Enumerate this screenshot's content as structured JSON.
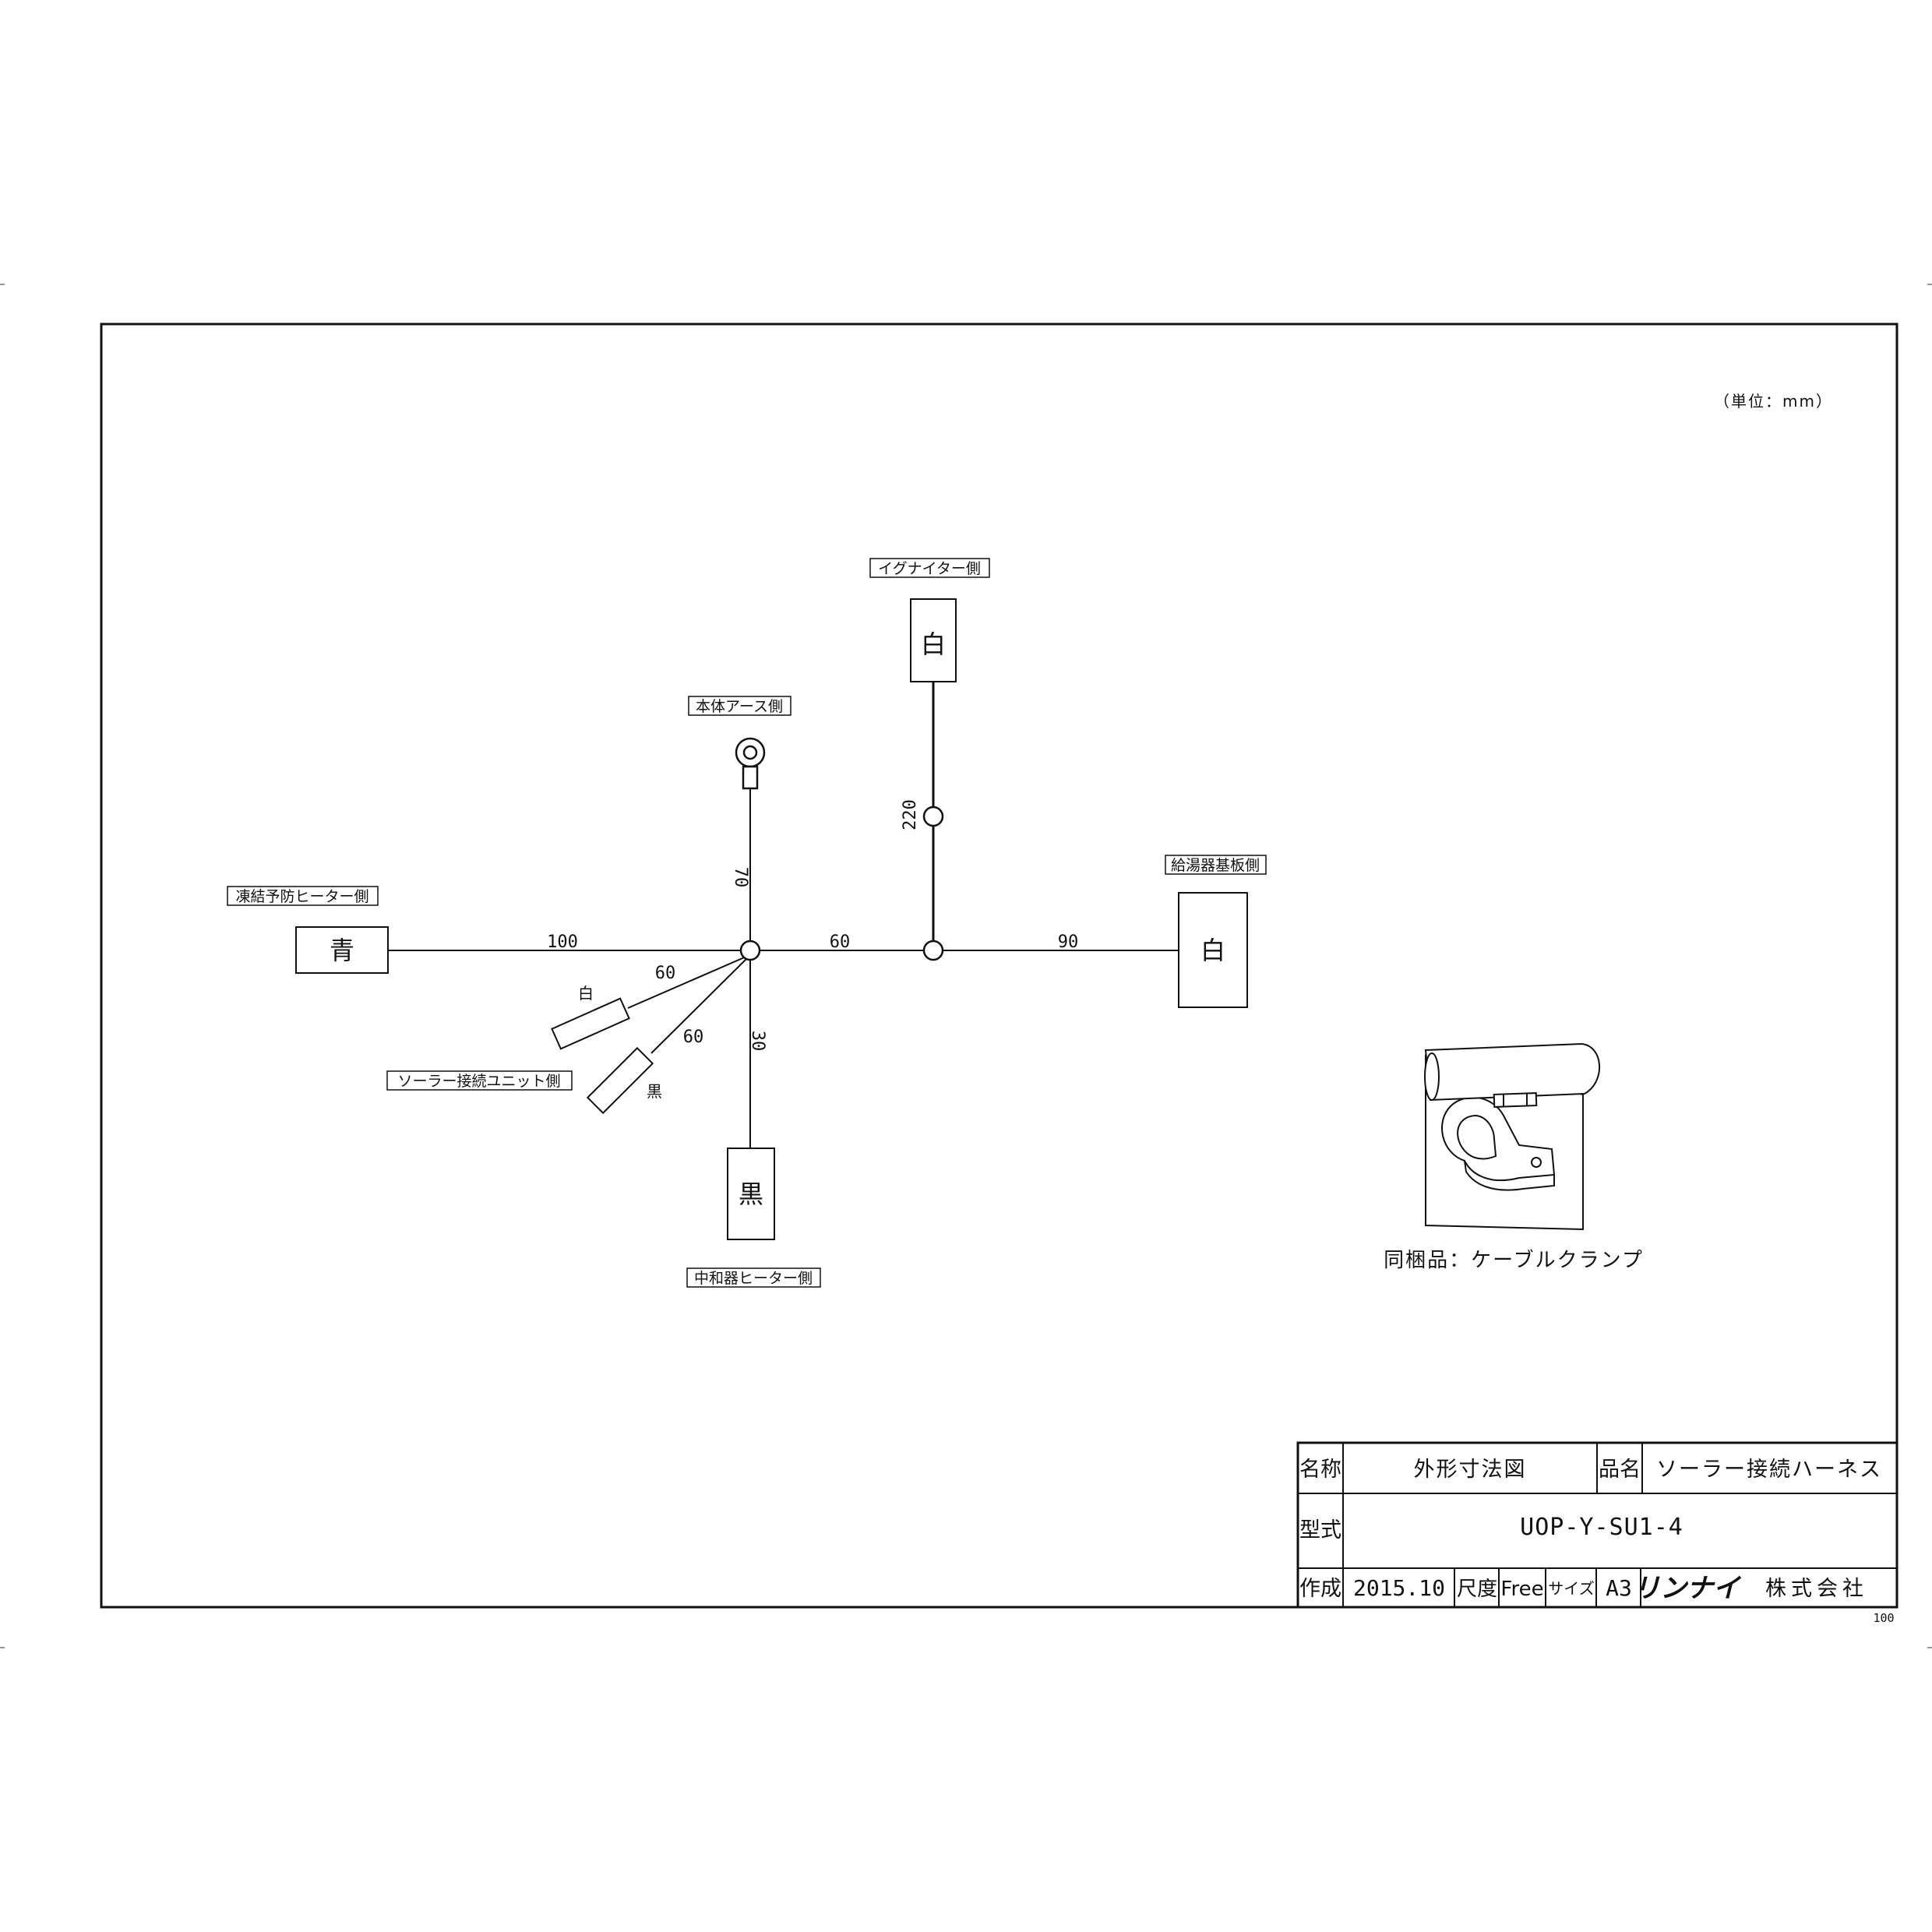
{
  "unit_note": "（単位：mm）",
  "labels": {
    "igniter_side": "イグナイター側",
    "body_earth_side": "本体アース側",
    "water_heater_board_side": "給湯器基板側",
    "freeze_heater_side": "凍結予防ヒーター側",
    "solar_unit_side": "ソーラー接続ユニット側",
    "neutralizer_heater_side": "中和器ヒーター側",
    "bundled_item": "同梱品：ケーブルクランプ"
  },
  "connectors": {
    "igniter": "白",
    "water_heater_board": "白",
    "freeze_heater": "青",
    "neutralizer_heater": "黒",
    "solar_white": "白",
    "solar_black": "黒"
  },
  "dimensions": {
    "igniter_wire": "220",
    "earth_wire": "70",
    "freeze_wire": "100",
    "center_to_branch": "60",
    "board_wire": "90",
    "solar_wire_a": "60",
    "solar_wire_b": "60",
    "neutralizer_wire": "30"
  },
  "title_block": {
    "name_label": "名称",
    "name_value": "外形寸法図",
    "product_label": "品名",
    "product_value": "ソーラー接続ハーネス",
    "model_label": "型式",
    "model_value": "UOP-Y-SU1-4",
    "created_label": "作成",
    "created_value": "2015.10",
    "scale_label": "尺度",
    "scale_value": "Free",
    "size_label": "サイズ",
    "size_value": "A3",
    "company_brand": "リンナイ",
    "company_suffix": "株式会社"
  },
  "sheet_number": "100"
}
